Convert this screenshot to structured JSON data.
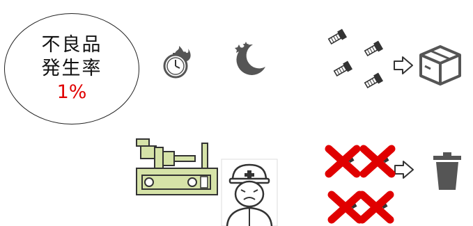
{
  "defect_badge": {
    "line1": "不良品",
    "line2": "発生率",
    "rate": "1%",
    "rate_color": "#e00000"
  },
  "icons": {
    "clock": "clock-on-fire-icon",
    "night": "moon-and-stars-icon",
    "screws": "screw-icon",
    "arrow": "right-arrow-icon",
    "box": "cardboard-box-icon",
    "machine": "injection-machine-icon",
    "worker": "tired-worker-icon",
    "reject": "red-x-icon",
    "trash": "trash-can-icon"
  },
  "colors": {
    "machine_fill": "#d6e3a8",
    "x_mark": "#e00000",
    "icon_dark": "#555555"
  }
}
